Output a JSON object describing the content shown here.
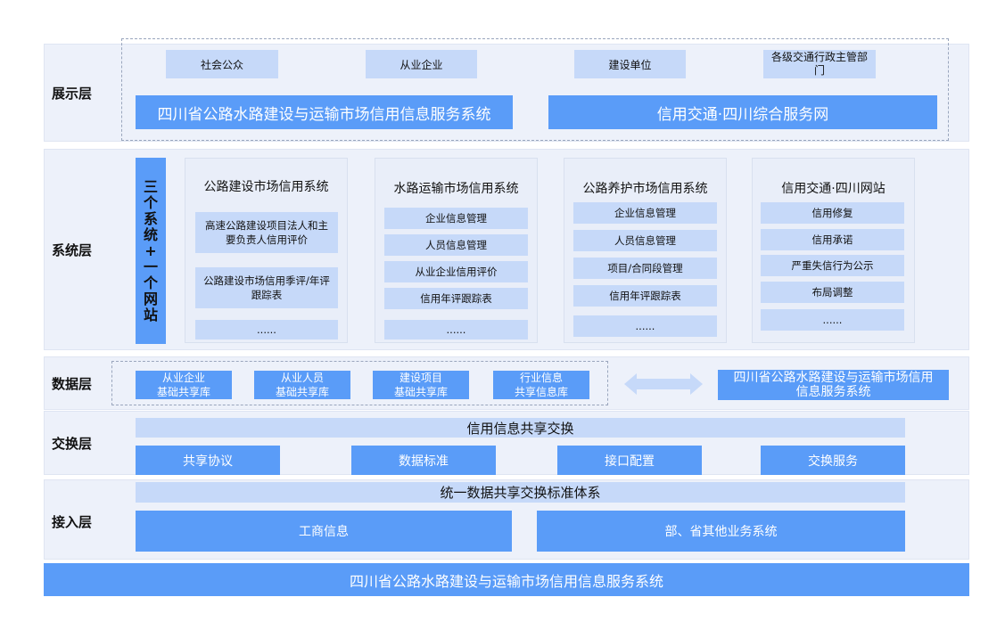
{
  "layers": {
    "display": "展示层",
    "system": "系统层",
    "data": "数据层",
    "exchange": "交换层",
    "access": "接入层"
  },
  "display": {
    "users": [
      "社会公众",
      "从业企业",
      "建设单位",
      "各级交通行政主管部门"
    ],
    "systems": [
      "四川省公路水路建设与运输市场信用信息服务系统",
      "信用交通·四川综合服务网"
    ]
  },
  "system": {
    "vertical_label": [
      "三",
      "个",
      "系",
      "统",
      "+",
      "一",
      "个",
      "网",
      "站"
    ],
    "cards": [
      {
        "title": "公路建设市场信用系统",
        "items": [
          "高速公路建设项目法人和主要负责人信用评价",
          "公路建设市场信用季评/年评跟踪表",
          "......"
        ]
      },
      {
        "title": "水路运输市场信用系统",
        "items": [
          "企业信息管理",
          "人员信息管理",
          "从业企业信用评价",
          "信用年评跟踪表",
          "......"
        ]
      },
      {
        "title": "公路养护市场信用系统",
        "items": [
          "企业信息管理",
          "人员信息管理",
          "项目/合同段管理",
          "信用年评跟踪表",
          "......"
        ]
      },
      {
        "title": "信用交通·四川网站",
        "items": [
          "信用修复",
          "信用承诺",
          "严重失信行为公示",
          "布局调整",
          "......"
        ]
      }
    ]
  },
  "data": {
    "dbs": [
      {
        "line1": "从业企业",
        "line2": "基础共享库"
      },
      {
        "line1": "从业人员",
        "line2": "基础共享库"
      },
      {
        "line1": "建设项目",
        "line2": "基础共享库"
      },
      {
        "line1": "行业信息",
        "line2": "共享信息库"
      }
    ],
    "system_line1": "四川省公路水路建设与运输市场信用",
    "system_line2": "信息服务系统"
  },
  "exchange": {
    "title": "信用信息共享交换",
    "items": [
      "共享协议",
      "数据标准",
      "接口配置",
      "交换服务"
    ]
  },
  "access": {
    "title": "统一数据共享交换标准体系",
    "items": [
      "工商信息",
      "部、省其他业务系统"
    ]
  },
  "footer": "四川省公路水路建设与运输市场信用信息服务系统",
  "colors": {
    "solid": "#5a9cf8",
    "pale": "#c6d9f9",
    "layer_bg": "#edf1fa"
  }
}
